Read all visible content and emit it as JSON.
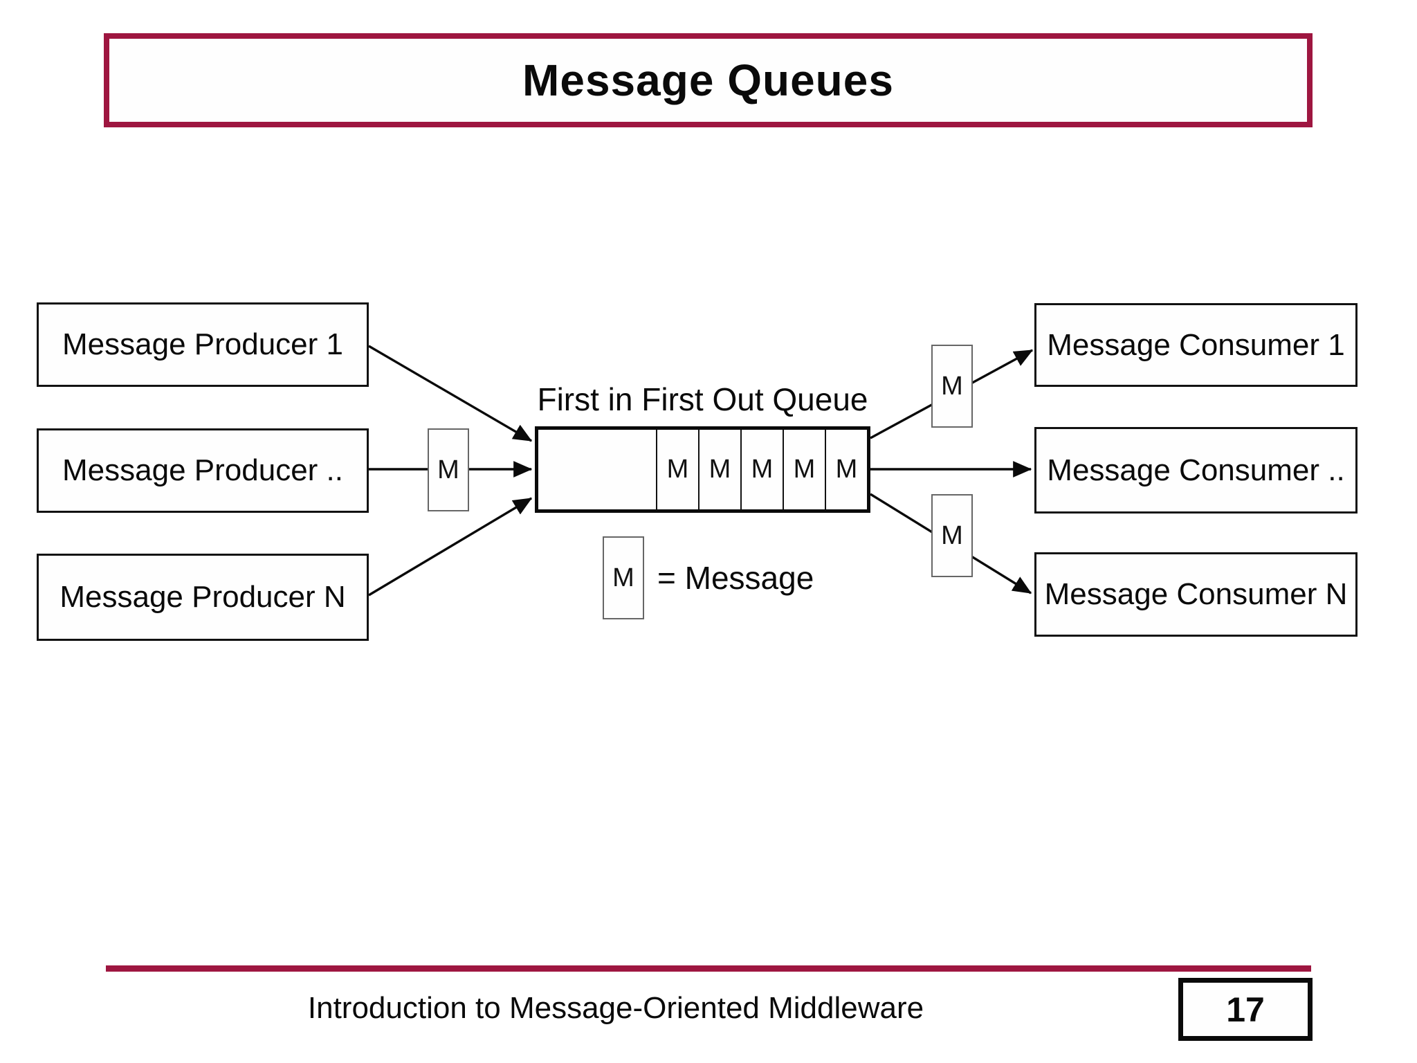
{
  "title": "Message Queues",
  "colors": {
    "accent": "#9E1640",
    "box_border": "#111111",
    "background": "#ffffff"
  },
  "diagram": {
    "producers": [
      {
        "label": "Message Producer 1"
      },
      {
        "label": "Message Producer .."
      },
      {
        "label": "Message Producer N"
      }
    ],
    "consumers": [
      {
        "label": "Message Consumer 1"
      },
      {
        "label": "Message Consumer .."
      },
      {
        "label": "Message Consumer N"
      }
    ],
    "queue": {
      "label": "First in First Out Queue",
      "cells": [
        "M",
        "M",
        "M",
        "M",
        "M"
      ],
      "message_symbol": "M"
    },
    "legend": {
      "symbol": "M",
      "text": "= Message"
    }
  },
  "footer": {
    "text": "Introduction to Message-Oriented Middleware",
    "page_number": "17"
  }
}
